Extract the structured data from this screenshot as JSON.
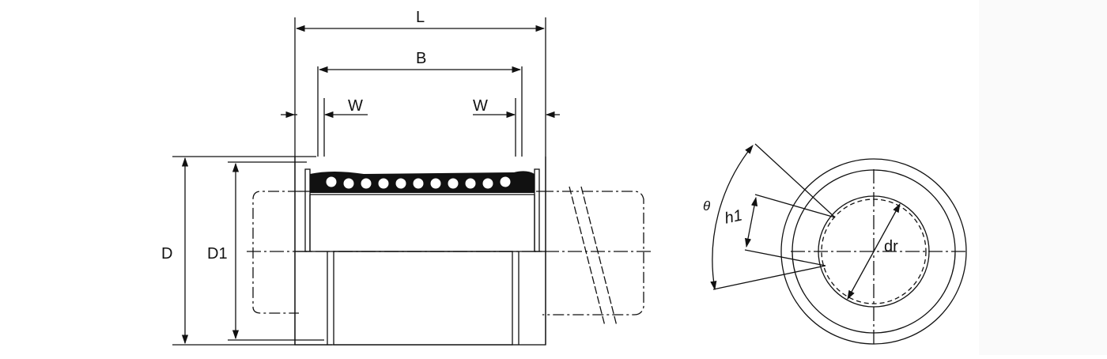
{
  "labels": {
    "L": "L",
    "B": "B",
    "W_left": "W",
    "W_right": "W",
    "D": "D",
    "D1": "D1",
    "theta": "θ",
    "h1": "h1",
    "dr": "dr"
  },
  "colors": {
    "line": "#111111",
    "background": "#ffffff"
  }
}
